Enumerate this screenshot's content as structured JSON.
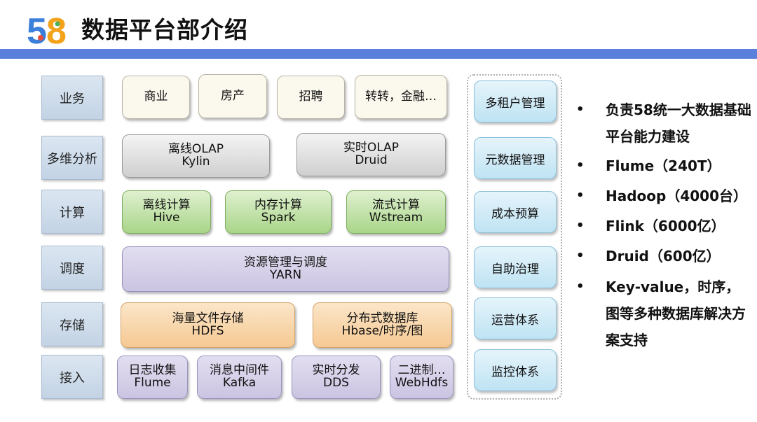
{
  "header": {
    "logo_text": "58",
    "title": "数据平台部介绍",
    "band_color": "#5a80dc"
  },
  "layers": [
    {
      "label": "业务"
    },
    {
      "label": "多维分析"
    },
    {
      "label": "计算"
    },
    {
      "label": "调度"
    },
    {
      "label": "存储"
    },
    {
      "label": "接入"
    }
  ],
  "boxes": {
    "biz": [
      "商业",
      "房产",
      "招聘",
      "转转，金融…"
    ],
    "olap": [
      {
        "line1": "离线OLAP",
        "line2": "Kylin"
      },
      {
        "line1": "实时OLAP",
        "line2": "Druid"
      }
    ],
    "compute": [
      {
        "line1": "离线计算",
        "line2": "Hive"
      },
      {
        "line1": "内存计算",
        "line2": "Spark"
      },
      {
        "line1": "流式计算",
        "line2": "Wstream"
      }
    ],
    "schedule": {
      "line1": "资源管理与调度",
      "line2": "YARN"
    },
    "storage": [
      {
        "line1": "海量文件存储",
        "line2": "HDFS"
      },
      {
        "line1": "分布式数据库",
        "line2": "Hbase/时序/图"
      }
    ],
    "access": [
      {
        "line1": "日志收集",
        "line2": "Flume"
      },
      {
        "line1": "消息中间件",
        "line2": "Kafka"
      },
      {
        "line1": "实时分发",
        "line2": "DDS"
      },
      {
        "line1": "二进制…",
        "line2": "WebHdfs"
      }
    ]
  },
  "management": [
    "多租户管理",
    "元数据管理",
    "成本预算",
    "自助治理",
    "运营体系",
    "监控体系"
  ],
  "bullets": [
    {
      "marker": "•",
      "text": "负责58统一大数据基础平台能力建设"
    },
    {
      "marker": "•",
      "text": "Flume（240T）"
    },
    {
      "marker": "•",
      "text": "Hadoop（4000台）"
    },
    {
      "marker": "•",
      "text": "Flink（6000亿）"
    },
    {
      "marker": "•",
      "text": "Druid（600亿）"
    },
    {
      "marker": "•",
      "text": "Key-value，时序，图等多种数据库解决方案支持"
    }
  ]
}
